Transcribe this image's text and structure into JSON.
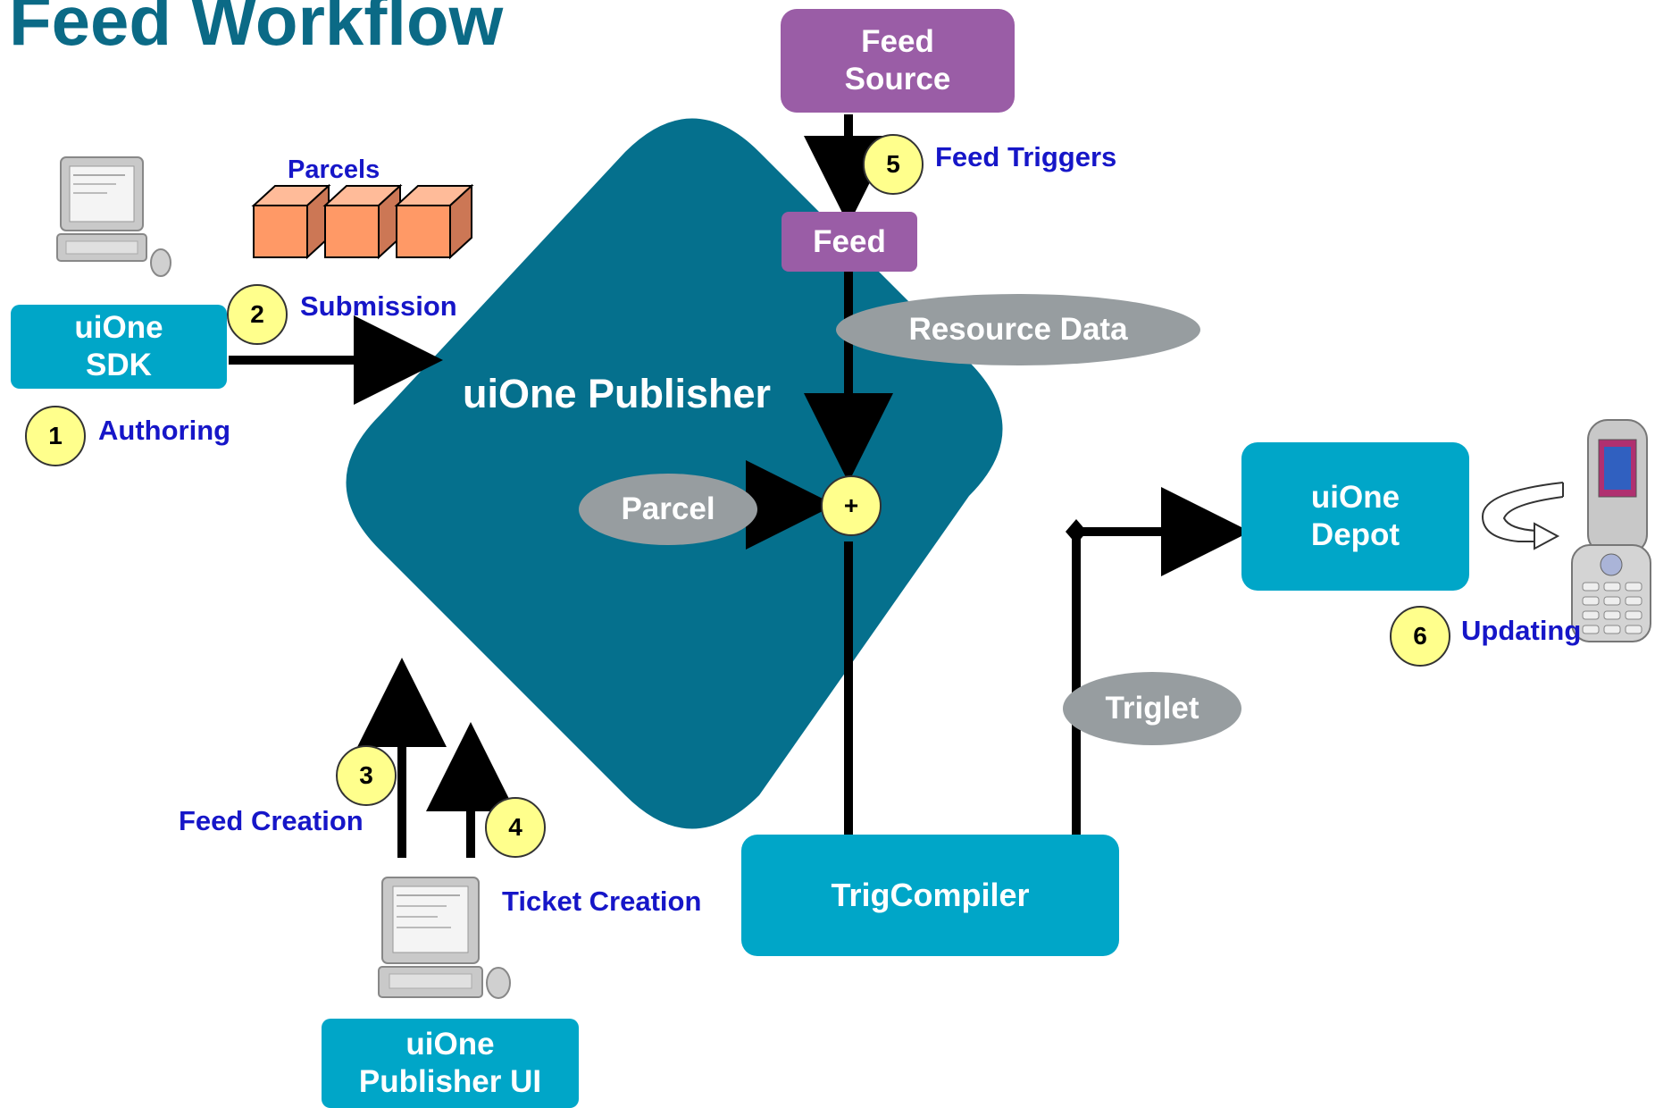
{
  "title": "Feed Workflow",
  "nodes": {
    "feed_source": "Feed\nSource",
    "feed": "Feed",
    "sdk": "uiOne\nSDK",
    "publisher": "uiOne Publisher",
    "publisher_ui": "uiOne\nPublisher UI",
    "trigcompiler": "TrigCompiler",
    "depot": "uiOne\nDepot",
    "parcels": "Parcels",
    "resource_data": "Resource Data",
    "parcel": "Parcel",
    "triglet": "Triglet",
    "plus": "+"
  },
  "steps": [
    {
      "num": "1",
      "label": "Authoring"
    },
    {
      "num": "2",
      "label": "Submission"
    },
    {
      "num": "3",
      "label": "Feed Creation"
    },
    {
      "num": "4",
      "label": "Ticket Creation"
    },
    {
      "num": "5",
      "label": "Feed Triggers"
    },
    {
      "num": "6",
      "label": "Updating"
    }
  ],
  "colors": {
    "title": "#0b6a86",
    "publisher": "#05708d",
    "teal_box": "#00a6c8",
    "purple_box": "#9a5da6",
    "oval": "#979da0",
    "badge": "#ffff8c",
    "step_label": "#1616c8",
    "parcel_box": "#ff9966"
  },
  "icons": [
    "computer-icon",
    "computer-icon",
    "mobile-phone-icon",
    "refresh-arrow-icon"
  ]
}
